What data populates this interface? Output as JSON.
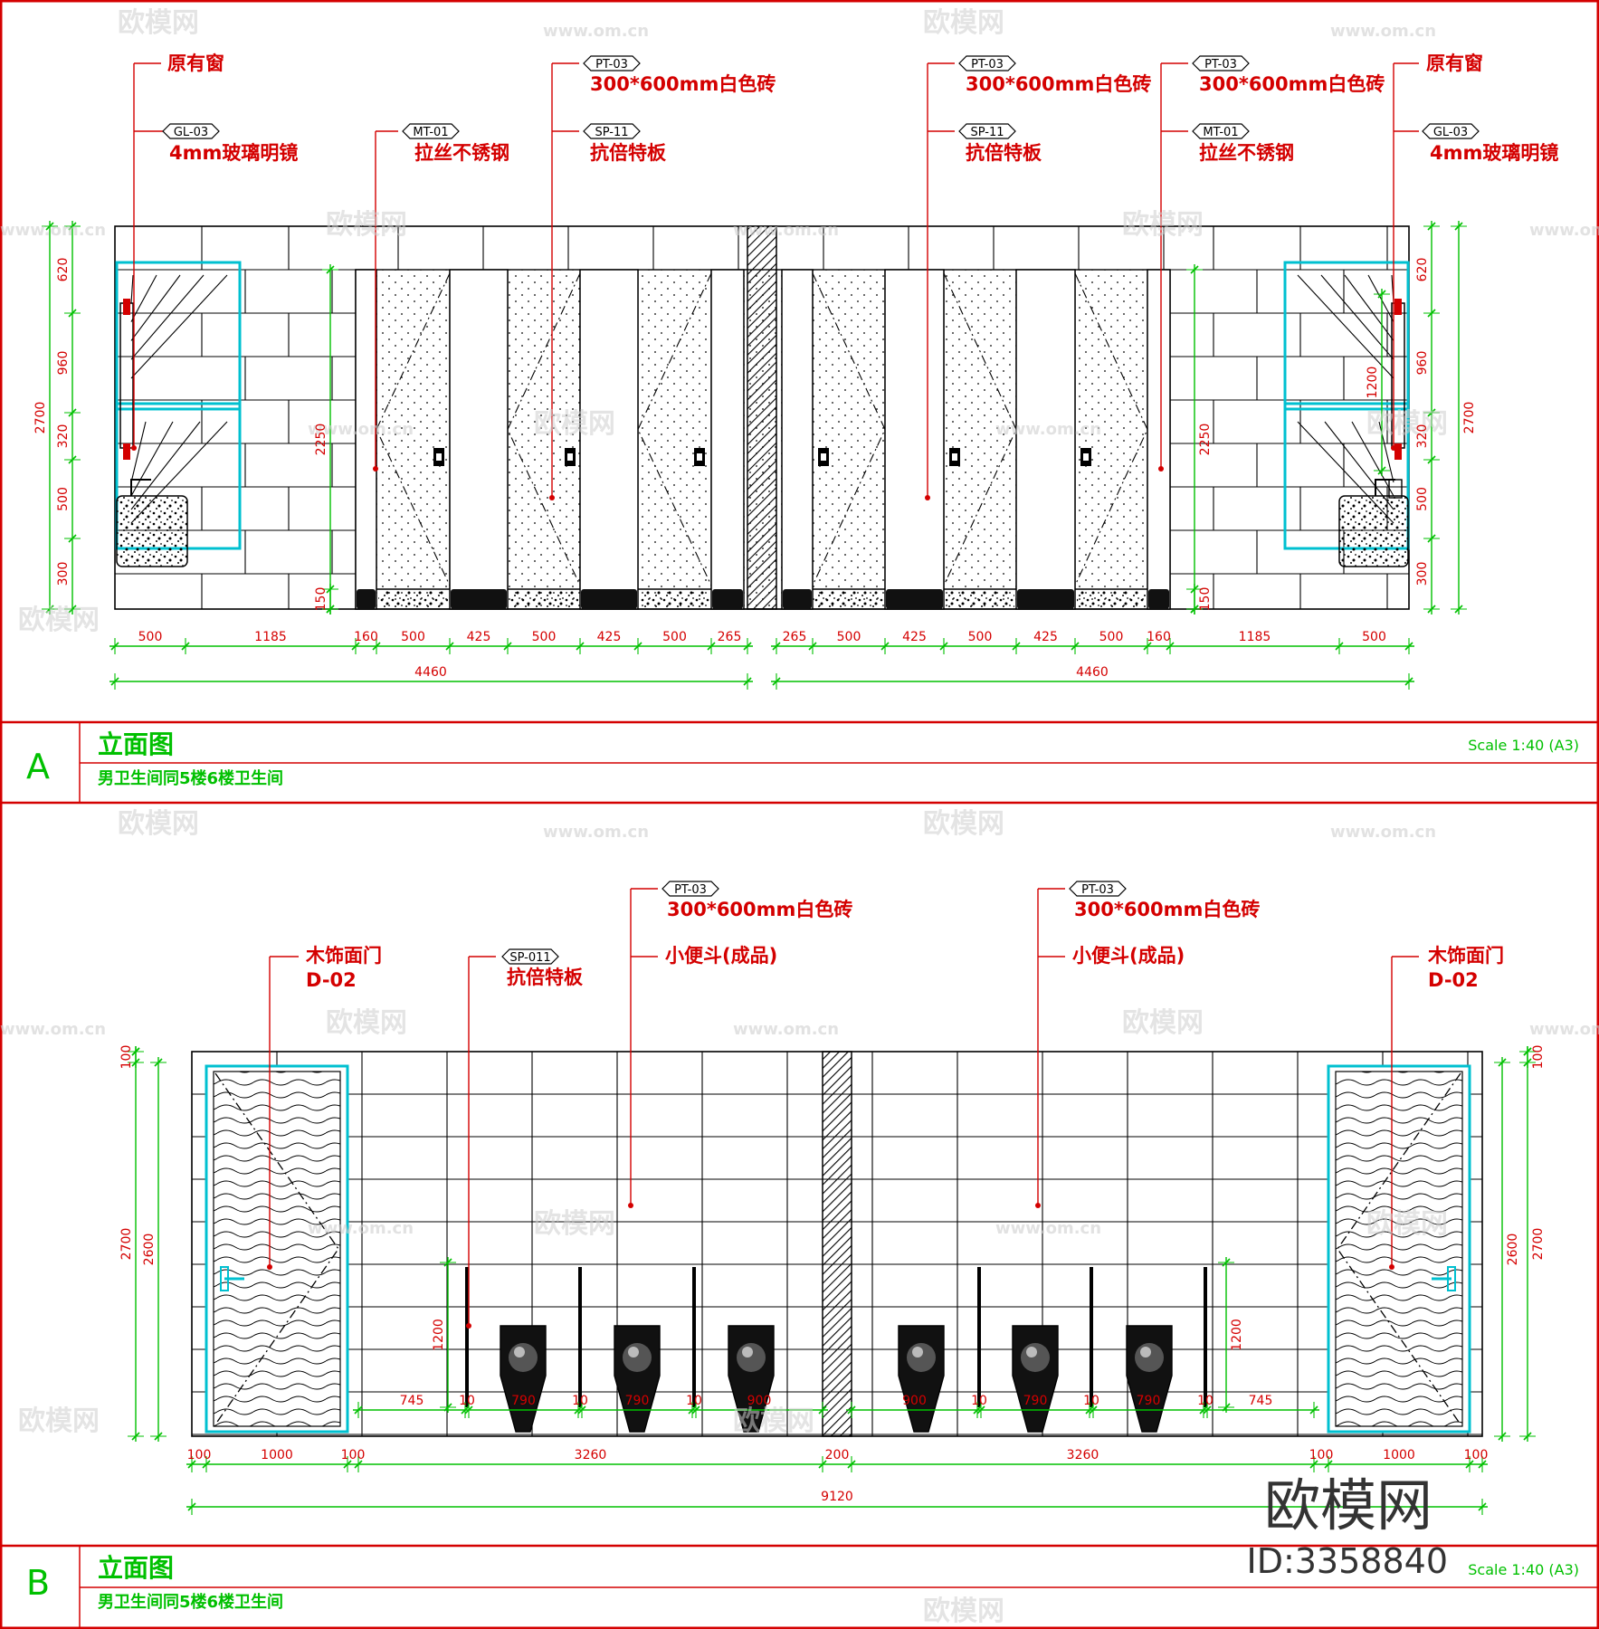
{
  "colors": {
    "frame": "#d40000",
    "green": "#00c000",
    "cyan": "#00c0d0",
    "red": "#d40000"
  },
  "panelA": {
    "letter": "A",
    "title": "立面图",
    "subtitle": "男卫生间同5楼6楼卫生间",
    "scale": "Scale 1:40  (A3)",
    "callouts": {
      "window_l": "原有窗",
      "mirror_tag": "GL-03",
      "mirror_l": "4mm玻璃明镜",
      "mt_tag": "MT-01",
      "steel": "拉丝不锈钢",
      "pt_tag": "PT-03",
      "tile": "300*600mm白色砖",
      "sp_tag": "SP-11",
      "board": "抗倍特板",
      "window_r": "原有窗"
    },
    "dims_left": [
      "620",
      "960",
      "320",
      "500",
      "300"
    ],
    "total_height": "2700",
    "partition_height": "2250",
    "mirror_height": "1200",
    "base_height": "150",
    "widths_left": [
      "500",
      "1185",
      "160",
      "500",
      "425",
      "500",
      "425",
      "500",
      "265"
    ],
    "widths_right": [
      "265",
      "500",
      "425",
      "500",
      "425",
      "500",
      "160",
      "1185",
      "500"
    ],
    "total_left": "4460",
    "total_right": "4460"
  },
  "panelB": {
    "letter": "B",
    "title": "立面图",
    "subtitle": "男卫生间同5楼6楼卫生间",
    "scale": "Scale 1:40  (A3)",
    "callouts": {
      "door": "木饰面门",
      "door_code": "D-02",
      "sp_tag": "SP-011",
      "board": "抗倍特板",
      "pt_tag": "PT-03",
      "tile": "300*600mm白色砖",
      "urinal": "小便斗(成品)"
    },
    "dims_heights": [
      "100",
      "2600",
      "2700",
      "1200"
    ],
    "widths_inner_left": [
      "745",
      "10",
      "790",
      "10",
      "790",
      "10",
      "900"
    ],
    "widths_inner_right": [
      "900",
      "10",
      "790",
      "10",
      "790",
      "10",
      "745"
    ],
    "widths_bottom": [
      "100",
      "1000",
      "100",
      "3260",
      "200",
      "3260",
      "100",
      "1000",
      "100"
    ],
    "total": "9120"
  },
  "watermark": {
    "brand": "欧模网",
    "url": "www.om.cn",
    "stamp": "欧模网",
    "stamp_id": "ID:3358840"
  }
}
